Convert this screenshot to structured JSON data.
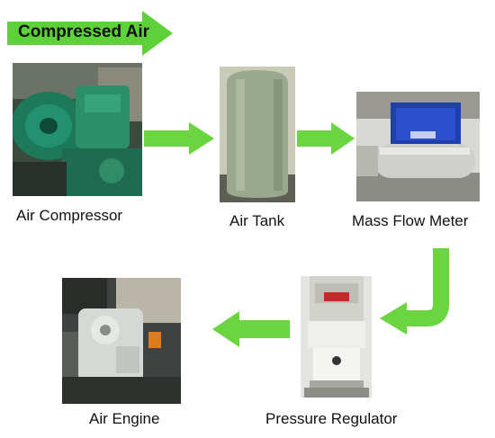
{
  "banner": {
    "label": "Compressed Air",
    "color": "#5ed13a"
  },
  "components": {
    "compressor": {
      "label": "Air Compressor"
    },
    "tank": {
      "label": "Air Tank"
    },
    "flow_meter": {
      "label": "Mass Flow Meter"
    },
    "regulator": {
      "label": "Pressure Regulator"
    },
    "engine": {
      "label": "Air Engine"
    }
  },
  "arrow_color": "#6ad53e"
}
